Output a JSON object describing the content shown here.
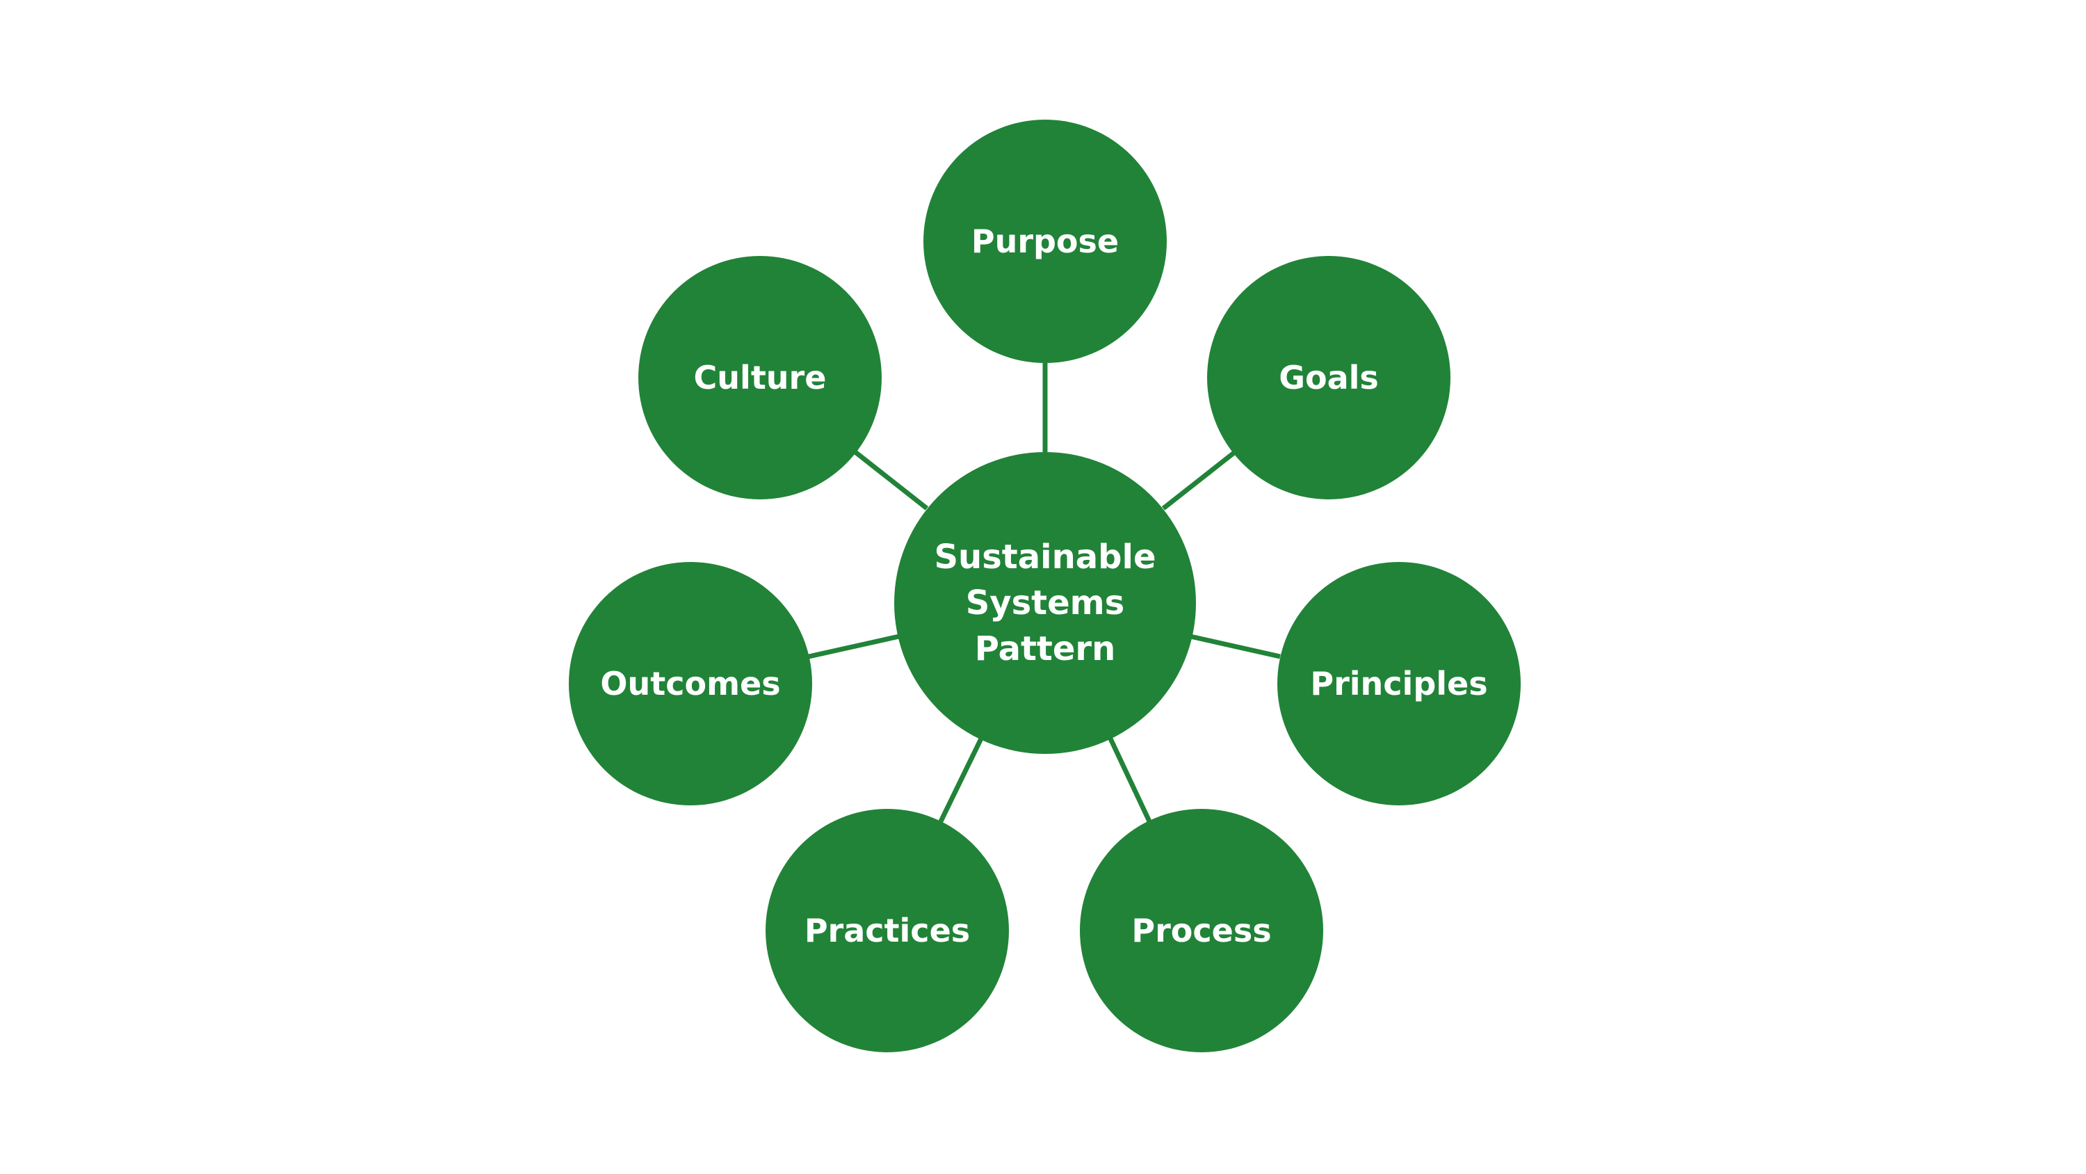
{
  "colors": {
    "node_fill": "#218338",
    "connector": "#218338",
    "label_text": "#ffffff",
    "background": "#ffffff"
  },
  "center": {
    "lines": [
      "Sustainable",
      "Systems",
      "Pattern"
    ]
  },
  "nodes": [
    {
      "id": "purpose",
      "label": "Purpose"
    },
    {
      "id": "goals",
      "label": "Goals"
    },
    {
      "id": "principles",
      "label": "Principles"
    },
    {
      "id": "process",
      "label": "Process"
    },
    {
      "id": "practices",
      "label": "Practices"
    },
    {
      "id": "outcomes",
      "label": "Outcomes"
    },
    {
      "id": "culture",
      "label": "Culture"
    }
  ]
}
